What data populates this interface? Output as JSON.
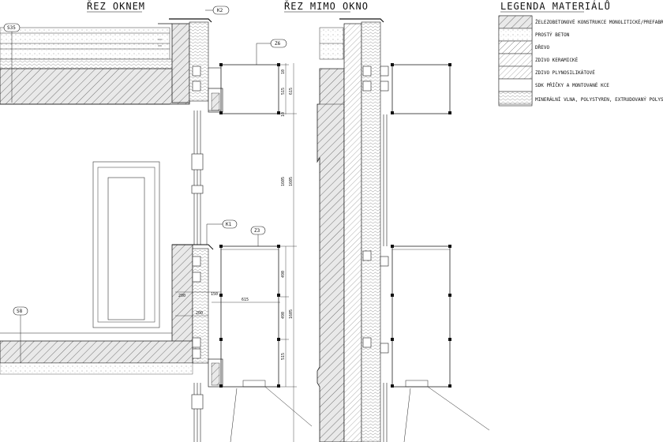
{
  "titles": {
    "section_with_window": "ŘEZ OKNEM",
    "section_without_window": "ŘEZ MIMO OKNO",
    "legend": "LEGENDA MATERIÁLŮ"
  },
  "legend_items": [
    "ŽELEZOBETONOVÉ KONSTRUKCE MONOLITICKÉ/PREFABRIKOVANÉ",
    "PROSTÝ BETON",
    "DŘEVO",
    "ZDIVO KERAMICKÉ",
    "ZDIVO PLYNOSILIKÁTOVÉ",
    "SDK PŘÍČKY A MONTOVANÉ KCE",
    "MINERÁLNÍ VLNA, POLYSTYREN, EXTRUDOVANÝ POLYSTYREN"
  ],
  "tags": {
    "k2": "K2",
    "s35": "S35",
    "z6": "Z6",
    "k1": "K1",
    "z3": "Z3",
    "s8": "S8"
  },
  "dimensions": {
    "d_10a": "10",
    "d_515": "515",
    "d_615": "615",
    "d_10b": "10",
    "d_1605": "1605",
    "d_1605b": "1605",
    "d_490a": "490",
    "d_490b": "490",
    "d_515b": "515",
    "d_1605c": "1605",
    "d_200a": "200",
    "d_150": "150",
    "d_615b": "615",
    "d_200b": "200"
  }
}
